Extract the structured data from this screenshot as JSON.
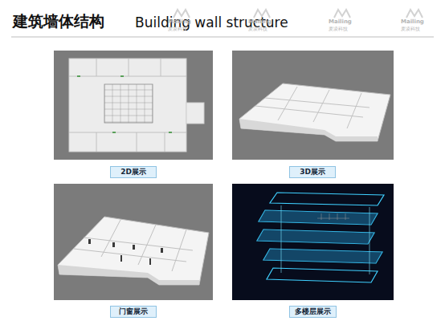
{
  "diagram": {
    "title": "建筑墙体结构",
    "nodes": [
      {
        "text": [
          "2D展示"
        ]
      },
      {
        "text": [
          "3D展示"
        ]
      },
      {
        "text": [
          "门窗展示"
        ]
      },
      {
        "text": [
          "多楼层展示"
        ]
      }
    ],
    "labels": [
      "Building wall structure",
      "Mailing",
      "麦凌科技",
      "Mailing",
      "麦凌科技",
      "Mailing",
      "麦凌科技",
      "Mailing",
      "麦凌科技"
    ]
  }
}
